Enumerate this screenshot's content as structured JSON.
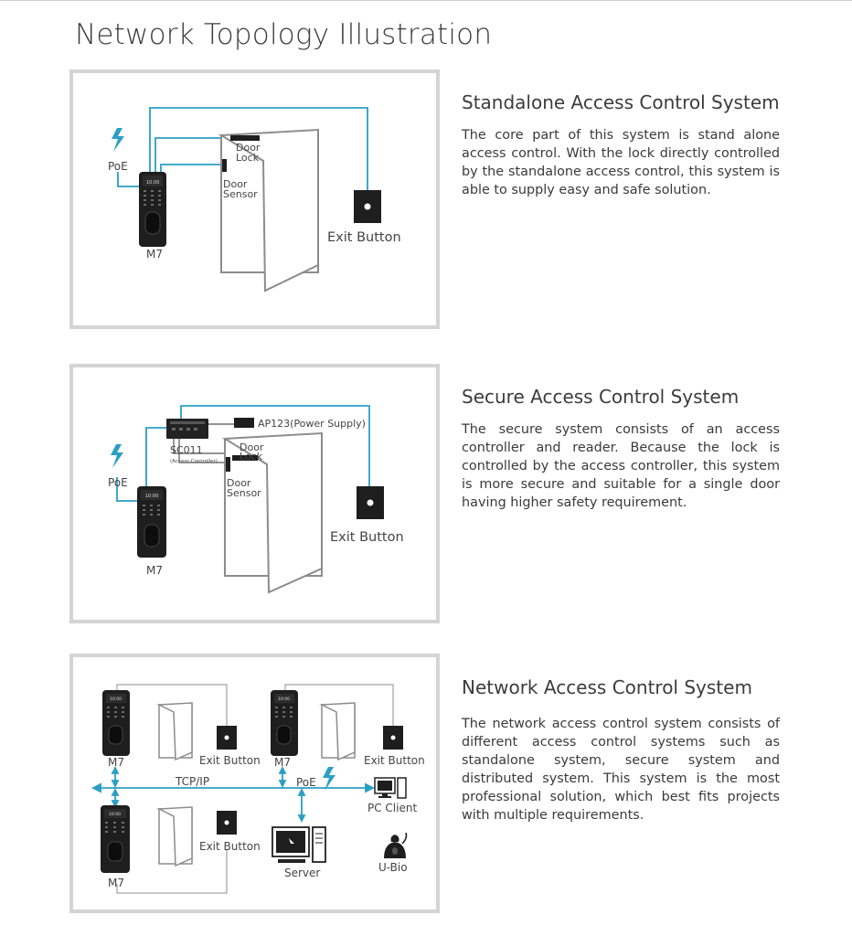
{
  "page": {
    "title": "Network Topology Illustration"
  },
  "sections": [
    {
      "title": "Standalone Access Control System",
      "body": "The core part of this system is stand alone access control. With the lock directly controlled by the standalone access control, this system is able to supply easy and safe solution.",
      "labels": {
        "poe": "PoE",
        "device": "M7",
        "door_lock_1": "Door",
        "door_lock_2": "Lock",
        "door_sensor_1": "Door",
        "door_sensor_2": "Sensor",
        "exit_button": "Exit Button",
        "screen": "10:00"
      }
    },
    {
      "title": "Secure Access Control System",
      "body": "The secure system consists of an access controller and reader.  Because the lock is controlled by the access controller, this system is more secure and suitable for a single door having higher safety requirement.",
      "labels": {
        "power_supply": "AP123(Power Supply)",
        "controller": "SC011",
        "controller_sub": "(Access Controller)",
        "poe": "PoE",
        "device": "M7",
        "door_lock_1": "Door",
        "door_lock_2": "Lock",
        "door_sensor_1": "Door",
        "door_sensor_2": "Sensor",
        "exit_button": "Exit Button",
        "screen": "10:00"
      }
    },
    {
      "title": "Network Access Control System",
      "body": "The network access control system consists of different access control systems such as standalone system, secure system and distributed system. This system is the most professional solution, which best fits projects with multiple requirements.",
      "labels": {
        "device_a": "M7",
        "exit_a": "Exit Button",
        "device_b": "M7",
        "exit_b": "Exit Button",
        "tcpip": "TCP/IP",
        "poe": "PoE",
        "pc_client": "PC Client",
        "device_c": "M7",
        "exit_c": "Exit Button",
        "server": "Server",
        "ubio": "U-Bio",
        "screen": "10:00"
      }
    }
  ],
  "colors": {
    "wire": "#2b9fc4",
    "device": "#1e1e1e",
    "door": "#8c8c8c",
    "frame": "#d4d4d4"
  }
}
